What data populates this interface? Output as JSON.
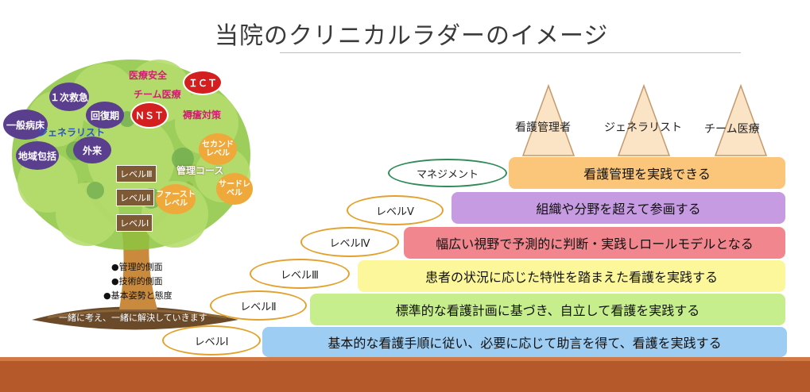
{
  "title": "当院のクリニカルラダーのイメージ",
  "tree": {
    "purple_bubbles": [
      "１次救急",
      "回復期",
      "一般病床",
      "地域包括",
      "外来"
    ],
    "red_bubbles": [
      "ＩＣＴ",
      "ＮＳＴ"
    ],
    "pink_texts": [
      "医療安全",
      "チーム医療",
      "褥瘡対策"
    ],
    "blue_text": "ジェネラリスト",
    "levels": [
      "レベルⅢ",
      "レベルⅡ",
      "レベルⅠ"
    ],
    "management_course": "管理コース",
    "orange_bubbles": [
      "セカンドレベル",
      "ファーストレベル",
      "サードレベル"
    ],
    "aspects": [
      "●管理的側面",
      "●技術的側面",
      "●基本姿勢と態度"
    ],
    "ground_text": "一緒に考え、一緒に解決していきます"
  },
  "goals": [
    "看護管理者",
    "ジェネラリスト",
    "チーム医療"
  ],
  "ladder": [
    {
      "label": "マネジメント",
      "text": "看護管理を実践できる",
      "color": "#fbc67a",
      "border": "#2e8b57"
    },
    {
      "label": "レベルⅤ",
      "text": "組織や分野を超えて参画する",
      "color": "#c79be2",
      "border": "#e3a12b"
    },
    {
      "label": "レベルⅣ",
      "text": "幅広い視野で予測的に判断・実践しロールモデルとなる",
      "color": "#f2868e",
      "border": "#e3a12b"
    },
    {
      "label": "レベルⅢ",
      "text": "患者の状況に応じた特性を踏まえた看護を実践する",
      "color": "#fdf79b",
      "border": "#e3a12b"
    },
    {
      "label": "レベルⅡ",
      "text": "標準的な看護計画に基づき、自立して看護を実践する",
      "color": "#c7ee8c",
      "border": "#e3a12b"
    },
    {
      "label": "レベルⅠ",
      "text": "基本的な看護手順に従い、必要に応じて助言を得て、看護を実践する",
      "color": "#9ecdf3",
      "border": "#e3a12b"
    }
  ]
}
